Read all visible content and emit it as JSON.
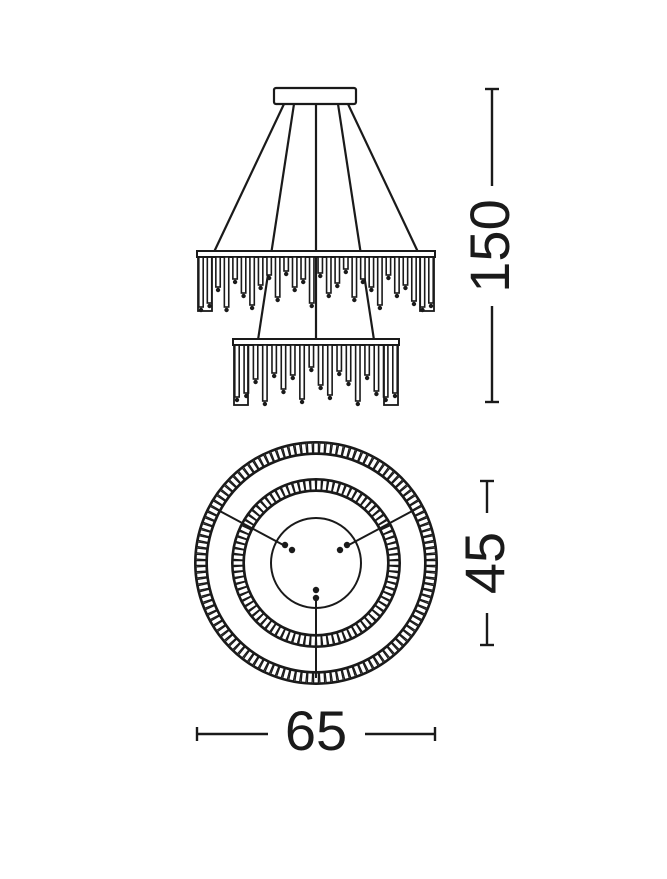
{
  "dimensions": {
    "height": {
      "label": "150"
    },
    "inner_height": {
      "label": "45"
    },
    "diameter": {
      "label": "65"
    }
  },
  "colors": {
    "ink": "#1a1a1a",
    "background": "#ffffff"
  }
}
